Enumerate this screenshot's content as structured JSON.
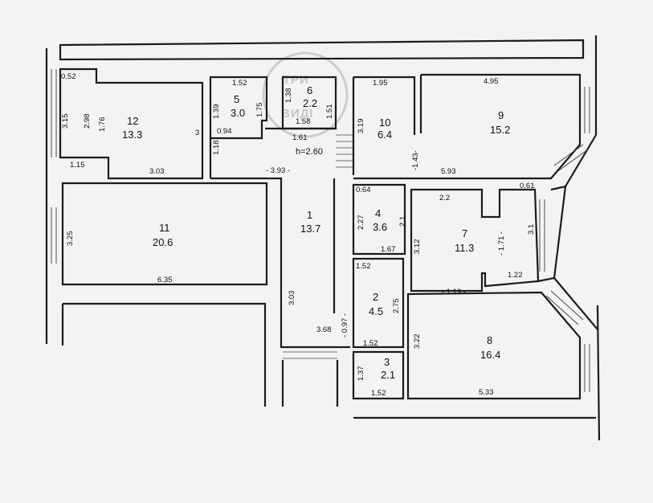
{
  "rooms": [
    {
      "id": "1",
      "number": "1",
      "area": "13.7"
    },
    {
      "id": "2",
      "number": "2",
      "area": "4.5"
    },
    {
      "id": "3",
      "number": "3",
      "area": "2.1"
    },
    {
      "id": "4",
      "number": "4",
      "area": "3.6"
    },
    {
      "id": "5",
      "number": "5",
      "area": "3.0"
    },
    {
      "id": "6",
      "number": "6",
      "area": "2.2"
    },
    {
      "id": "7",
      "number": "7",
      "area": "11.3"
    },
    {
      "id": "8",
      "number": "8",
      "area": "16.4"
    },
    {
      "id": "9",
      "number": "9",
      "area": "15.2"
    },
    {
      "id": "10",
      "number": "10",
      "area": "6.4"
    },
    {
      "id": "11",
      "number": "11",
      "area": "20.6"
    },
    {
      "id": "12",
      "number": "12",
      "area": "13.3"
    }
  ],
  "dimensions": {
    "d_052": "0.52",
    "d_315": "3.15",
    "d_298": "2.98",
    "d_176": "1.76",
    "d_115": "1.15",
    "d_303": "3.03",
    "d_3": "3",
    "d_118": "1.18",
    "d_094": "0.94",
    "d_152_r5": "1.52",
    "d_139": "1.39",
    "d_175": "1.75",
    "d_138": "1.38",
    "d_151": "1.51",
    "d_158": "1.58",
    "d_161": "1.61",
    "d_195": "1.95",
    "d_319": "3.19",
    "d_143": "-1.43-",
    "d_495": "4.95",
    "d_593": "5.93",
    "d_393": "- 3.93 -",
    "d_064": "0.64",
    "d_227": "2.27",
    "d_21": "2.1",
    "d_167": "1.67",
    "d_22": "2.2",
    "d_061": "0.61",
    "d_312": "3.12",
    "d_171": "- 1.71 -",
    "d_31": "3.1",
    "d_122": "1.22",
    "d_325": "3.25",
    "d_635": "6.35",
    "d_303_c": "3.03",
    "d_368": "3.68",
    "d_097": "- 0.97 -",
    "d_152_r2": "1.52",
    "d_275": "2.75",
    "d_119": "- 1.19 -",
    "d_322": "3.22",
    "d_533": "5.33",
    "d_152_r3a": "1.52",
    "d_137": "1.37",
    "d_152_r3b": "1.52"
  },
  "ceiling_height": "h=2.60",
  "watermark": {
    "top": "ТРИ",
    "bottom": "ВИДІ"
  }
}
